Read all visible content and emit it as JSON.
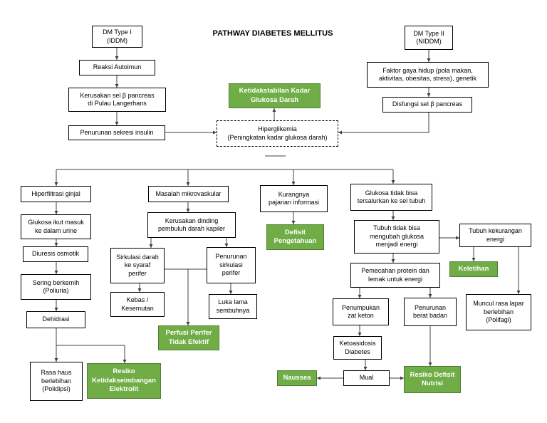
{
  "title": "PATHWAY DIABETES MELLITUS",
  "colors": {
    "diagnosis_fill": "#70ad47",
    "diagnosis_border": "#507e32",
    "diagnosis_text": "#ffffff",
    "connector": "#404040"
  },
  "type1_chain": {
    "dm_type": "DM Type I\n(IDDM)",
    "autoimmune": "Reaksi Autoimun",
    "beta_cell_damage": "Kerusakan sel β pancreas\ndi Pulau Langerhans",
    "insulin_decrease": "Penurunan sekresi insulin"
  },
  "type2_chain": {
    "dm_type": "DM Type II\n(NIDDM)",
    "lifestyle": "Faktor gaya hidup (pola makan,\naktivitas, obesitas, stress), genetik",
    "beta_cell_dysfunction": "Disfungsi sel β pancreas"
  },
  "center": {
    "diagnosis_glucose": "Ketidakstabilan Kadar\nGlukosa Darah",
    "hyperglycemia": "Hiperglikemia\n(Peningkatan kadar glukosa darah)"
  },
  "renal_branch": {
    "hyperfiltration": "Hiperfiltrasi ginjal",
    "glucosuria": "Glukosa ikut masuk\nke dalam urine",
    "osmotic_diuresis": "Diuresis osmotik",
    "polyuria": "Sering berkemih\n(Poliuria)",
    "dehydration": "Dehidrasi",
    "polydipsia": "Rasa haus\nberlebihan\n(Polidipsi)",
    "diagnosis_electrolyte": "Resiko\nKetidakseimbangan\nElektrolit"
  },
  "microvascular_branch": {
    "microvascular": "Masalah mikrovaskular",
    "capillary_damage": "Kerusakan dinding\npembuluh darah kapiler",
    "nerve_circulation": "Sirkulasi darah\nke syaraf\nperifer",
    "peripheral_circulation": "Penurunan\nsirkulasi\nperifer",
    "numbness": "Kebas /\nKesemutan",
    "slow_healing": "Luka lama\nsembuhnya",
    "diagnosis_perfusion": "Perfusi Perifer\nTidak Efektif"
  },
  "knowledge_branch": {
    "lack_information": "Kurangnya\npajanan informasi",
    "diagnosis_knowledge": "Defisit\nPengetahuan"
  },
  "energy_branch": {
    "glucose_not_delivered": "Glukosa tidak bisa\ntersalurkan ke sel tubuh",
    "no_energy_conversion": "Tubuh tidak bisa\nmengubah glukosa\nmenjadi energi",
    "energy_deficit": "Tubuh kekurangan\nenergi",
    "diagnosis_fatigue": "Keletihan",
    "polyphagia": "Muncul rasa lapar\nberlebihan\n(Polifagi)",
    "protein_fat_breakdown": "Pemecahan protein dan\nlemak untuk energi",
    "ketone_buildup": "Penumpukan\nzat keton",
    "weight_loss": "Penurunan\nberat badan",
    "ketoacidosis": "Ketoasidosis\nDiabetes",
    "nausea": "Mual",
    "diagnosis_nausea": "Naussea",
    "diagnosis_nutrition": "Resiko Defisit\nNutrisi"
  }
}
